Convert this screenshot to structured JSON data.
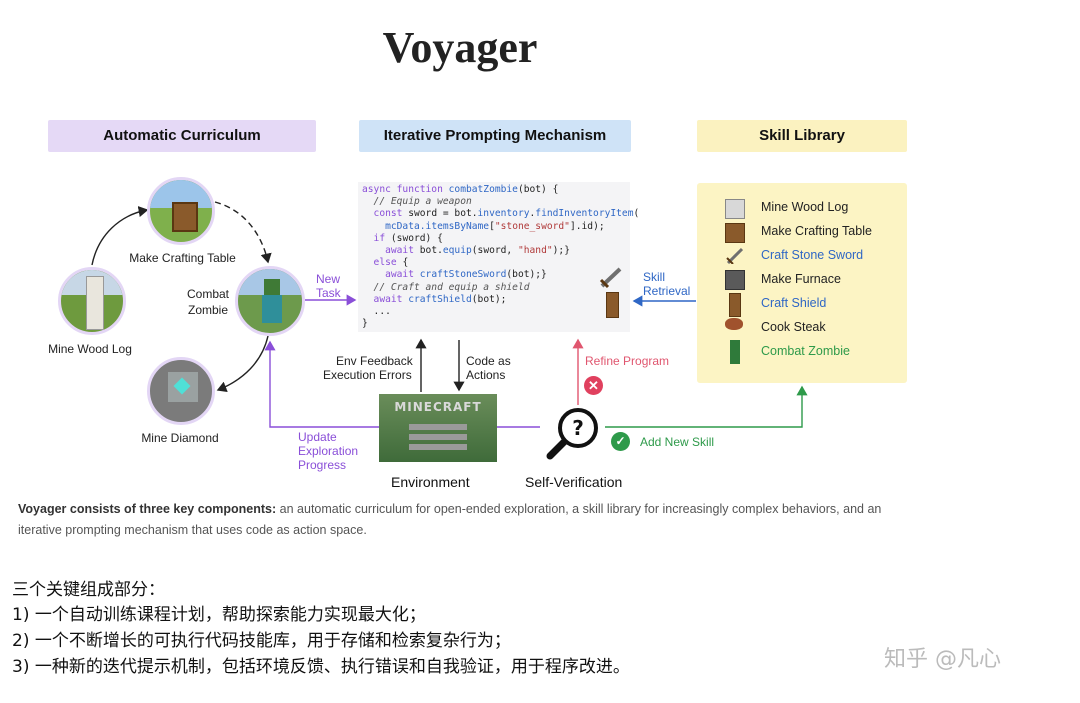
{
  "title": "Voyager",
  "headers": {
    "curriculum": "Automatic Curriculum",
    "prompting": "Iterative Prompting Mechanism",
    "library": "Skill Library"
  },
  "curriculum": {
    "crafting_table": "Make Crafting Table",
    "wood_log": "Mine Wood Log",
    "combat_zombie_1": "Combat",
    "combat_zombie_2": "Zombie",
    "diamond": "Mine Diamond"
  },
  "flow": {
    "new_task_1": "New",
    "new_task_2": "Task",
    "skill_retrieval_1": "Skill",
    "skill_retrieval_2": "Retrieval",
    "env_feedback_1": "Env Feedback",
    "env_feedback_2": "Execution Errors",
    "code_actions_1": "Code as",
    "code_actions_2": "Actions",
    "refine": "Refine Program",
    "update_1": "Update",
    "update_2": "Exploration",
    "update_3": "Progress",
    "add_skill": "Add New Skill",
    "environment": "Environment",
    "self_verification": "Self-Verification",
    "minecraft_logo": "MINECRAFT"
  },
  "code": {
    "l1a": "async function ",
    "l1b": "combatZombie",
    "l1c": "(bot) {",
    "l2": "  // Equip a weapon",
    "l3a": "  const ",
    "l3b": "sword = bot.",
    "l3c": "inventory",
    "l3d": ".",
    "l3e": "findInventoryItem",
    "l3f": "(",
    "l4a": "    mcData.",
    "l4b": "itemsByName",
    "l4c": "[",
    "l4d": "\"stone_sword\"",
    "l4e": "].id);",
    "l5a": "  if ",
    "l5b": "(sword) {",
    "l6a": "    await ",
    "l6b": "bot.",
    "l6c": "equip",
    "l6d": "(sword, ",
    "l6e": "\"hand\"",
    "l6f": ");}",
    "l7a": "  else ",
    "l7b": "{",
    "l8a": "    await ",
    "l8b": "craftStoneSword",
    "l8c": "(bot);}",
    "l9": "  // Craft and equip a shield",
    "l10a": "  await ",
    "l10b": "craftShield",
    "l10c": "(bot);",
    "l11": "  ...",
    "l12": "}"
  },
  "skills": [
    {
      "label": "Mine Wood  Log",
      "color": "#222222"
    },
    {
      "label": "Make Crafting Table",
      "color": "#222222"
    },
    {
      "label": "Craft Stone Sword",
      "color": "#2f67c5"
    },
    {
      "label": "Make Furnace",
      "color": "#222222"
    },
    {
      "label": "Craft Shield",
      "color": "#2f67c5"
    },
    {
      "label": "Cook Steak",
      "color": "#222222"
    },
    {
      "label": "Combat Zombie",
      "color": "#2e9a4a"
    }
  ],
  "caption": {
    "bold": "Voyager consists of three key components:",
    "rest": " an automatic curriculum for open-ended exploration, a skill library for increasingly complex behaviors, and an iterative prompting mechanism that uses code as action space."
  },
  "zh": {
    "l0": "三个关键组成部分：",
    "l1": "1) 一个自动训练课程计划，帮助探索能力实现最大化；",
    "l2": "2) 一个不断增长的可执行代码技能库，用于存储和检索复杂行为；",
    "l3": "3) 一种新的迭代提示机制，包括环境反馈、执行错误和自我验证，用于程序改进。"
  },
  "watermark": "知乎 @凡心",
  "colors": {
    "purple": "#8a4fd8",
    "blue": "#2f67c5",
    "red": "#e0566f",
    "green": "#2e9a4a"
  }
}
